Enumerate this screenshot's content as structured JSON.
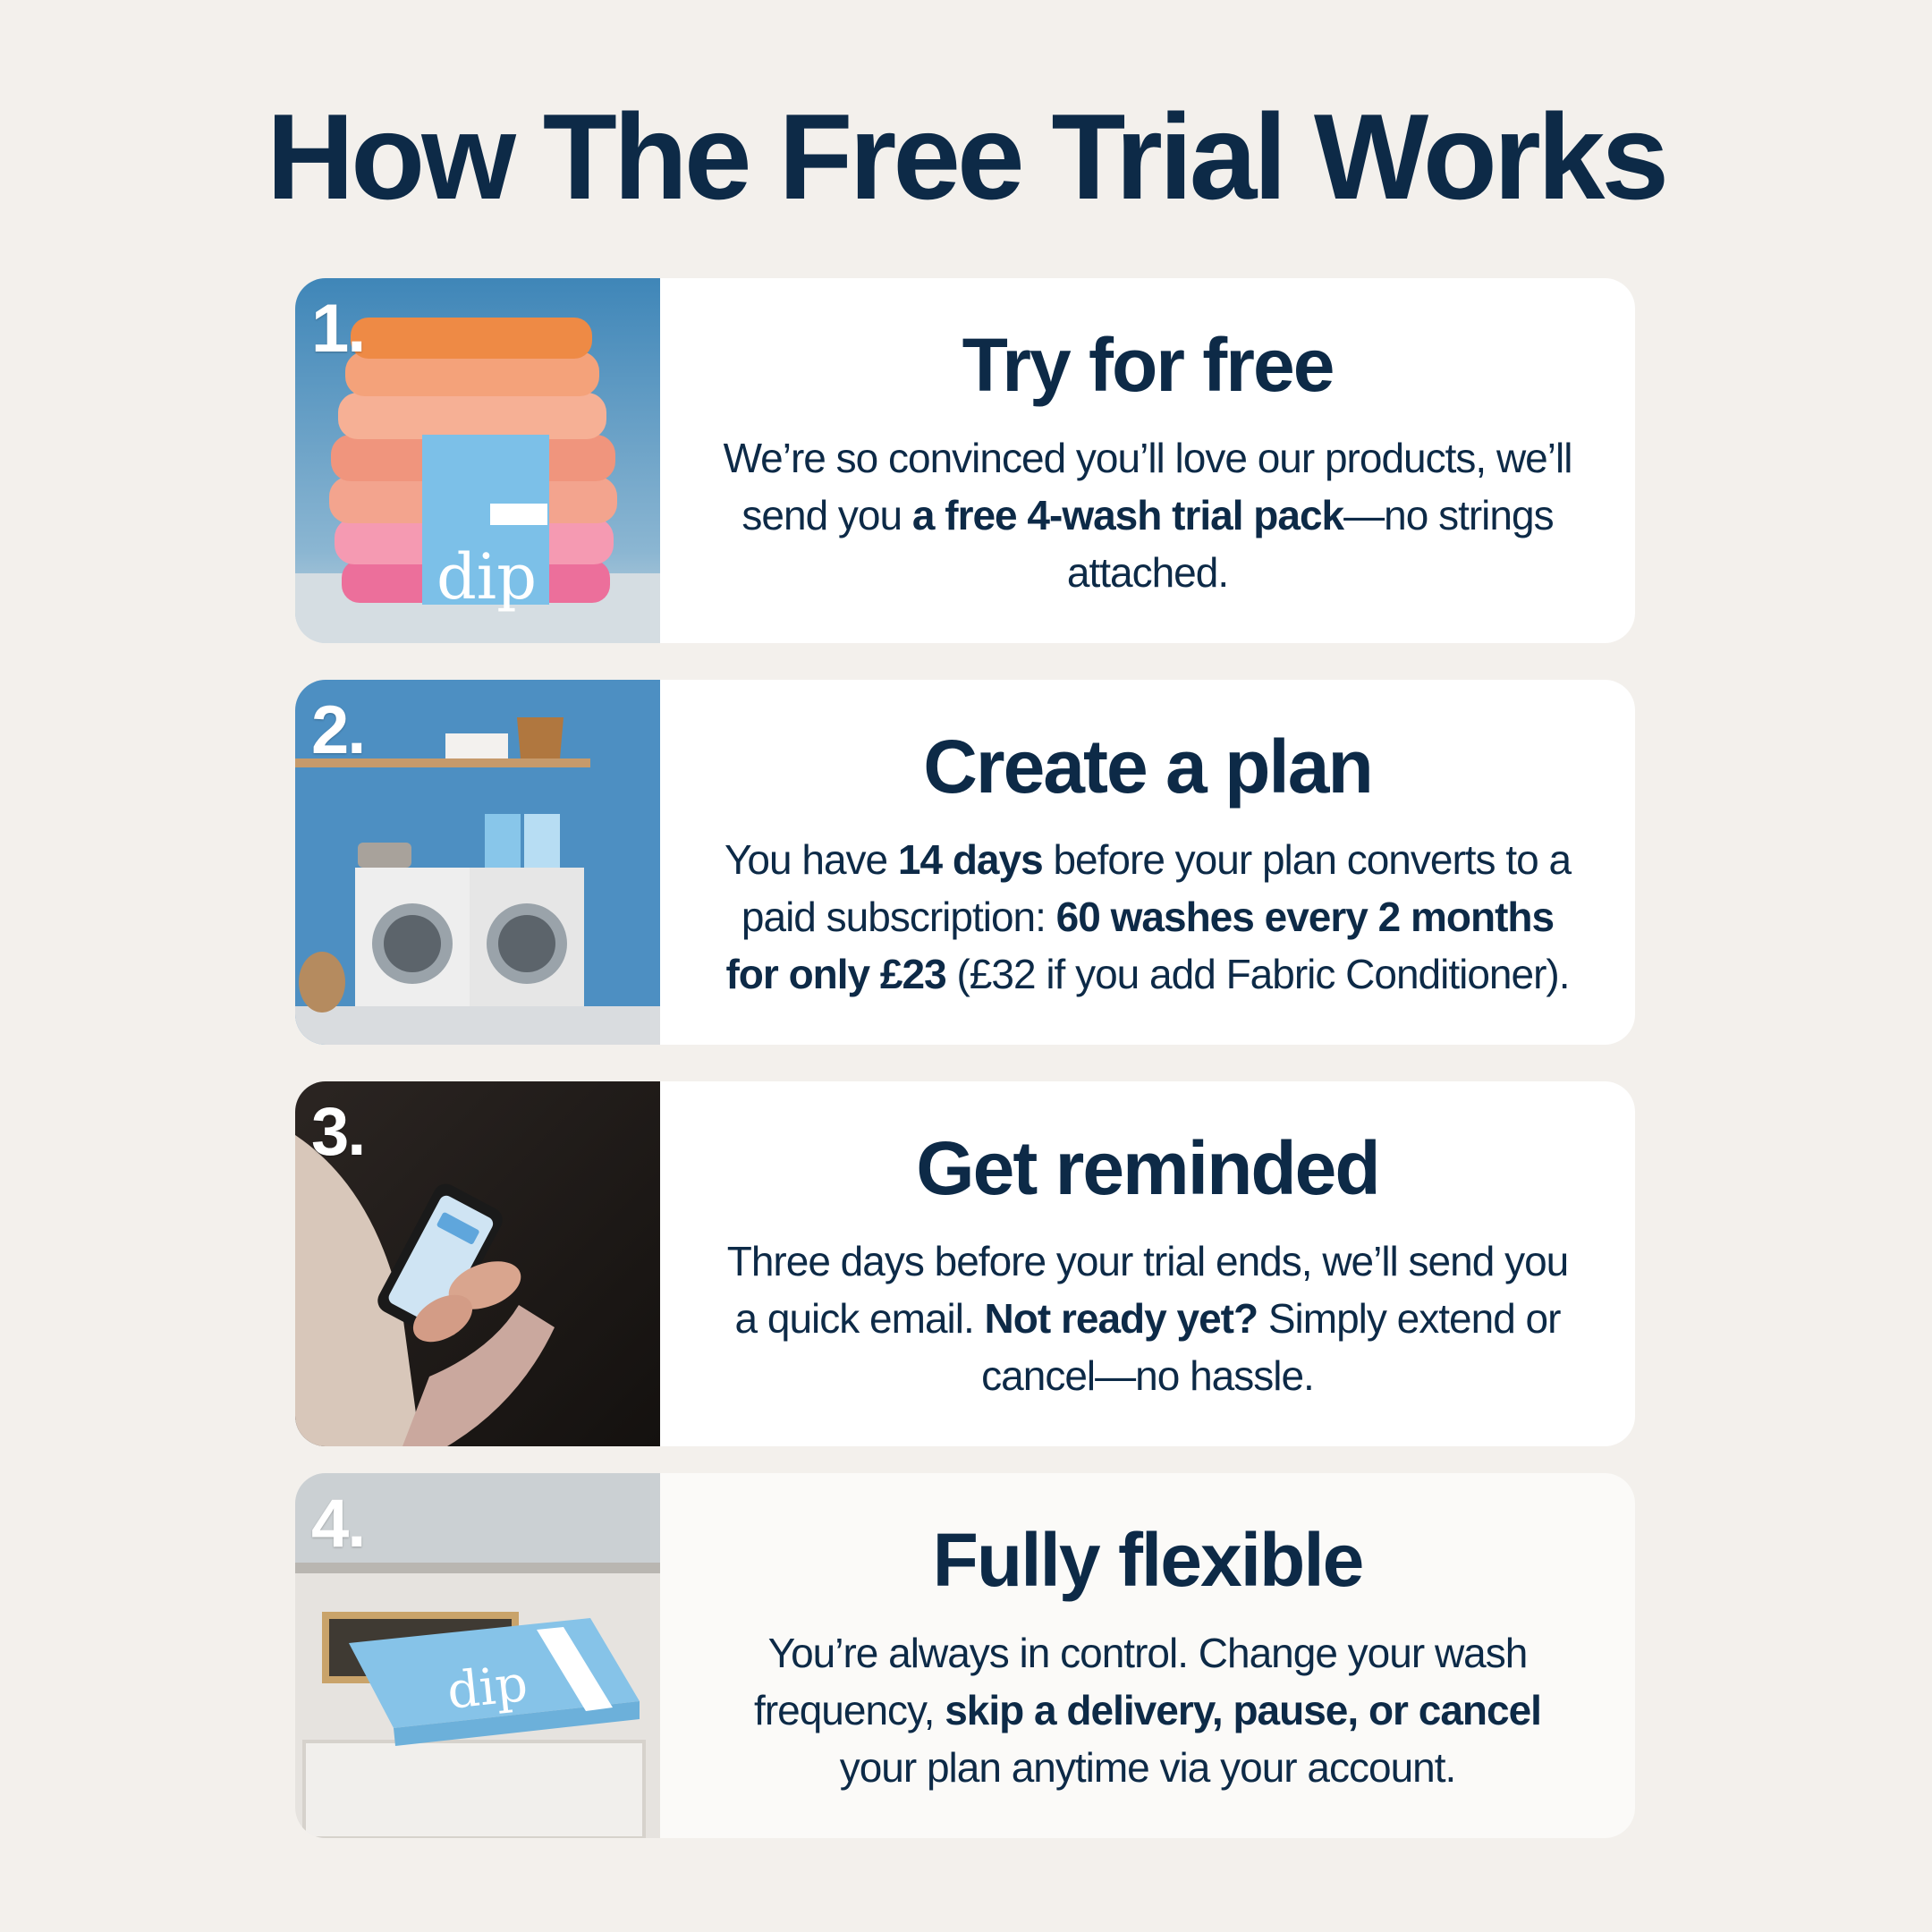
{
  "title": "How The Free Trial Works",
  "brand": "dip",
  "colors": {
    "navy": "#0d2a47",
    "card": "#ffffff",
    "background": "#f3f0ec",
    "accent": "#7cc0e8"
  },
  "steps": [
    {
      "number": "1.",
      "heading": "Try for free",
      "text": [
        "We’re so convinced you’ll love our products, we’ll send you ",
        "a free 4-wash trial pack",
        "—no strings attached."
      ],
      "image": "stacked-sweaters-with-dip-box"
    },
    {
      "number": "2.",
      "heading": "Create a plan",
      "text": [
        "You have ",
        "14 days",
        " before your plan converts to a paid subscription: ",
        "60 washes every 2 months for only £23",
        " (£32 if you add Fabric Conditioner)."
      ],
      "image": "laundry-room-washing-machines"
    },
    {
      "number": "3.",
      "heading": "Get reminded",
      "text": [
        "Three days before your trial ends, we’ll send you a quick email. ",
        "Not ready yet?",
        " Simply extend or cancel—no hassle."
      ],
      "image": "hands-holding-phone"
    },
    {
      "number": "4.",
      "heading": "Fully flexible",
      "text": [
        "You’re always in control. Change your wash frequency, ",
        "skip a delivery, pause, or cancel",
        " your plan anytime via your account."
      ],
      "image": "box-in-letterbox"
    }
  ]
}
